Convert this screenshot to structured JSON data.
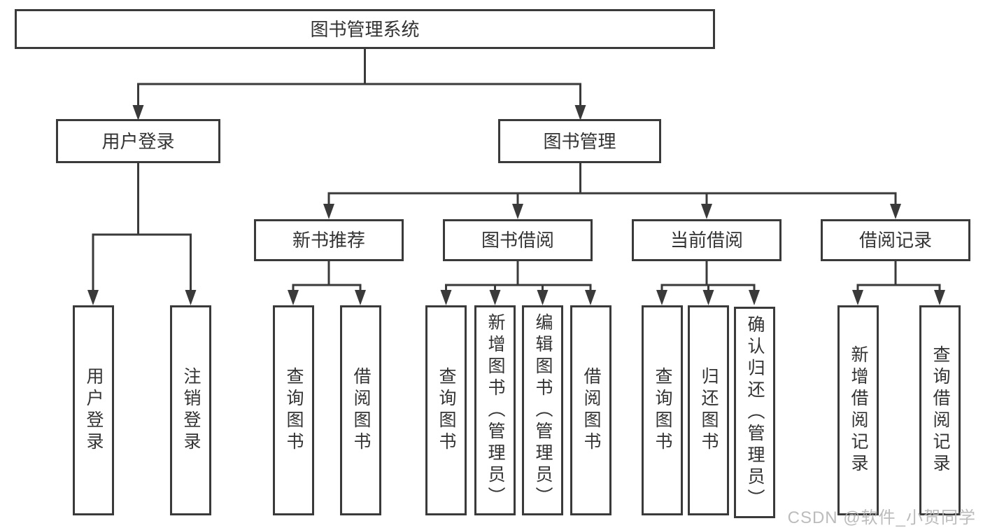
{
  "tree": {
    "label": "图书管理系统",
    "children": [
      {
        "label": "用户登录",
        "children": [
          {
            "label": "用户登录"
          },
          {
            "label": "注销登录"
          }
        ]
      },
      {
        "label": "图书管理",
        "children": [
          {
            "label": "新书推荐",
            "children": [
              {
                "label": "查询图书"
              },
              {
                "label": "借阅图书"
              }
            ]
          },
          {
            "label": "图书借阅",
            "children": [
              {
                "label": "查询图书"
              },
              {
                "label": "新增图书（管理员）"
              },
              {
                "label": "编辑图书（管理员）"
              },
              {
                "label": "借阅图书"
              }
            ]
          },
          {
            "label": "当前借阅",
            "children": [
              {
                "label": "查询图书"
              },
              {
                "label": "归还图书"
              },
              {
                "label": "确认归还（管理员）"
              }
            ]
          },
          {
            "label": "借阅记录",
            "children": [
              {
                "label": "新增借阅记录"
              },
              {
                "label": "查询借阅记录"
              }
            ]
          }
        ]
      }
    ]
  },
  "watermark": {
    "text": "CSDN @软件_小贺同学"
  },
  "colors": {
    "line": "#3a3a3a",
    "box_border": "#3a3a3a",
    "text": "#333333",
    "watermark": "#b5b5b5",
    "background": "#ffffff"
  }
}
